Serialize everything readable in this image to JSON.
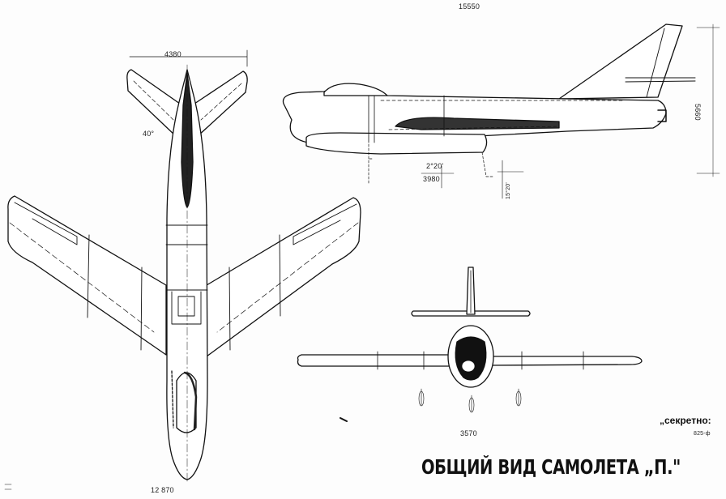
{
  "dimensions": {
    "length": "15550",
    "tail_span": "4380",
    "height": "5660",
    "wingspan": "12 870",
    "track": "3570",
    "wheelbase": "3980",
    "sweep_angle": "40°",
    "stab_angle": "2°20'",
    "tail_down_angle": "15°20'"
  },
  "stamp": {
    "secret": "„секретно:",
    "doc_number": "825-ф"
  },
  "title": "ОБЩИЙ ВИД САМОЛЕТА „П.\""
}
